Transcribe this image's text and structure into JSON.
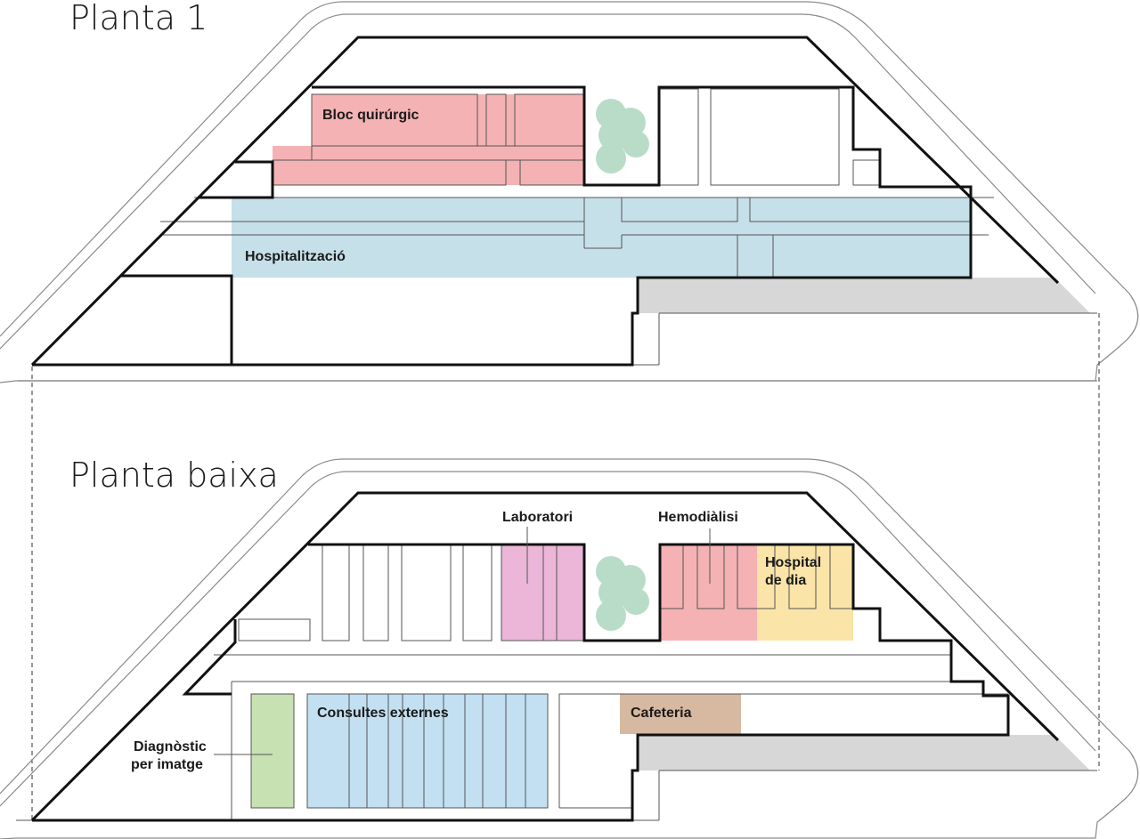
{
  "floors": {
    "upper": {
      "title": "Planta 1",
      "labels": {
        "surgery": "Bloc quirúrgic",
        "hospitalization": "Hospitalització"
      }
    },
    "ground": {
      "title": "Planta baixa",
      "labels": {
        "laboratory": "Laboratori",
        "hemodialysis": "Hemodiàlisi",
        "day_hospital_line1": "Hospital",
        "day_hospital_line2": "de dia",
        "outpatient": "Consultes externes",
        "cafeteria": "Cafeteria",
        "imaging_line1": "Diagnòstic",
        "imaging_line2": "per imatge"
      }
    }
  },
  "zone_colors": {
    "surgery": "#f4b2b4",
    "hospitalization": "#c6e0e9",
    "laboratory": "#ebb6d7",
    "hemodialysis": "#f4b2b4",
    "day_hospital": "#fae4a8",
    "outpatient": "#c3e0f2",
    "cafeteria": "#d6b9a0",
    "imaging": "#c7e1b3",
    "courtyard": "#b9dcc8",
    "canopy": "#d7d7d7"
  }
}
